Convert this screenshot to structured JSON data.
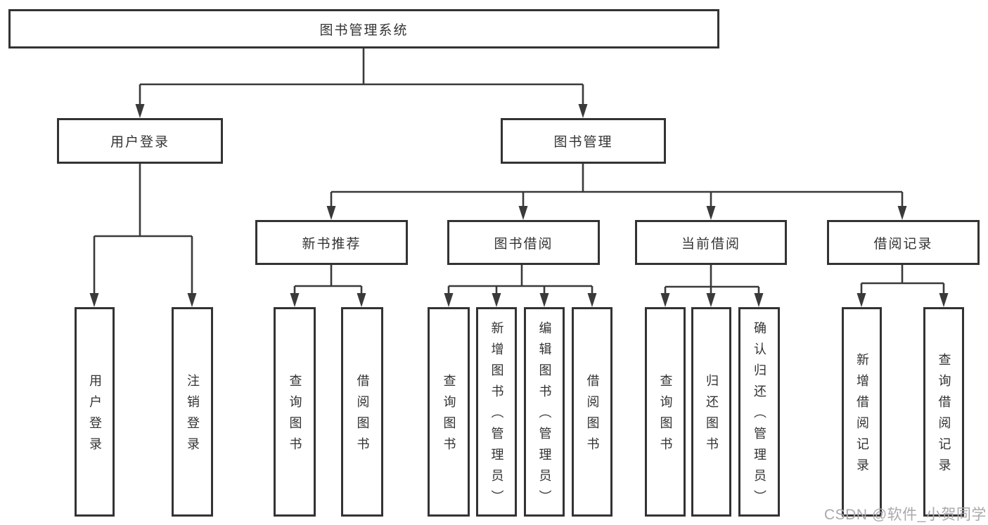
{
  "colors": {
    "line": "#3a3a3a",
    "box_border": "#333333",
    "box_fill": "#ffffff",
    "text": "#333333",
    "watermark_text": "#a9a9a9"
  },
  "watermark": {
    "text": "CSDN @软件_小贺同学"
  },
  "tree": {
    "label": "图书管理系统",
    "children": [
      {
        "label": "用户登录",
        "children": [
          {
            "label": "用户登录"
          },
          {
            "label": "注销登录"
          }
        ]
      },
      {
        "label": "图书管理",
        "children": [
          {
            "label": "新书推荐",
            "children": [
              {
                "label": "查询图书"
              },
              {
                "label": "借阅图书"
              }
            ]
          },
          {
            "label": "图书借阅",
            "children": [
              {
                "label": "查询图书"
              },
              {
                "label": "新增图书（管理员）"
              },
              {
                "label": "编辑图书（管理员）"
              },
              {
                "label": "借阅图书"
              }
            ]
          },
          {
            "label": "当前借阅",
            "children": [
              {
                "label": "查询图书"
              },
              {
                "label": "归还图书"
              },
              {
                "label": "确认归还（管理员）"
              }
            ]
          },
          {
            "label": "借阅记录",
            "children": [
              {
                "label": "新增借阅记录"
              },
              {
                "label": "查询借阅记录"
              }
            ]
          }
        ]
      }
    ]
  }
}
